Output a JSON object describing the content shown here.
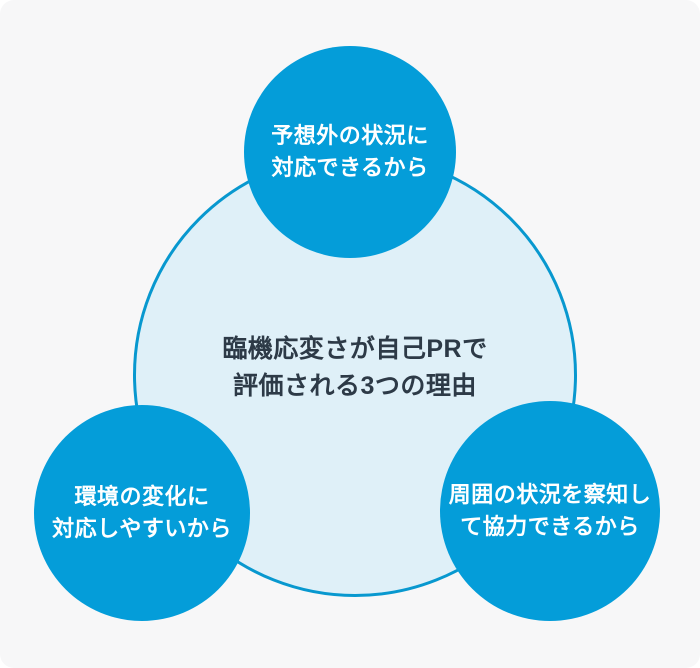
{
  "diagram": {
    "center": {
      "title_line1": "臨機応変さが自己PRで",
      "title_line2": "評価される3つの理由"
    },
    "reasons": [
      {
        "position": "top",
        "line1": "予想外の状況に",
        "line2": "対応できるから"
      },
      {
        "position": "bottom-left",
        "line1": "環境の変化に",
        "line2": "対応しやすいから"
      },
      {
        "position": "bottom-right",
        "line1": "周囲の状況を察知し",
        "line2": "て協力できるから"
      }
    ],
    "colors": {
      "accent_blue": "#049dd9",
      "main_circle_fill": "#dff0f8",
      "main_circle_border": "#0898cf",
      "panel_background": "#f7f7f8",
      "center_text": "#2d3a47",
      "reason_text": "#ffffff"
    }
  }
}
